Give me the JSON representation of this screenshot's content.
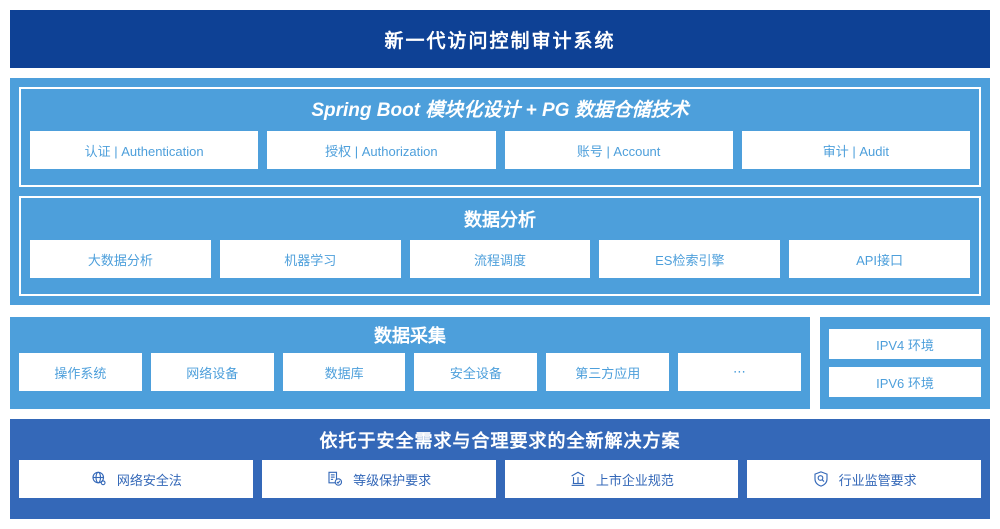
{
  "header": {
    "title": "新一代访问控制审计系统"
  },
  "colors": {
    "header_navy": "#0e4195",
    "panel_light_blue": "#4d9fdb",
    "panel_royal_blue": "#3468b8",
    "chip_background": "#ffffff"
  },
  "groups": [
    {
      "title": "Spring Boot 模块化设计 + PG 数据仓储技术",
      "chips": [
        "认证 | Authentication",
        "授权 | Authorization",
        "账号 | Account",
        "审计 | Audit"
      ]
    },
    {
      "title": "数据分析",
      "chips": [
        "大数据分析",
        "机器学习",
        "流程调度",
        "ES检索引擎",
        "API接口"
      ]
    }
  ],
  "collection": {
    "title": "数据采集",
    "chips": [
      "操作系统",
      "网络设备",
      "数据库",
      "安全设备",
      "第三方应用",
      "⋯"
    ]
  },
  "environment": {
    "chips": [
      "IPV4 环境",
      "IPV6 环境"
    ]
  },
  "solution": {
    "title": "依托于安全需求与合理要求的全新解决方案",
    "chips": [
      {
        "label": "网络安全法",
        "icon": "globe-icon"
      },
      {
        "label": "等级保护要求",
        "icon": "document-check-icon"
      },
      {
        "label": "上市企业规范",
        "icon": "bank-building-icon"
      },
      {
        "label": "行业监管要求",
        "icon": "shield-search-icon"
      }
    ]
  }
}
